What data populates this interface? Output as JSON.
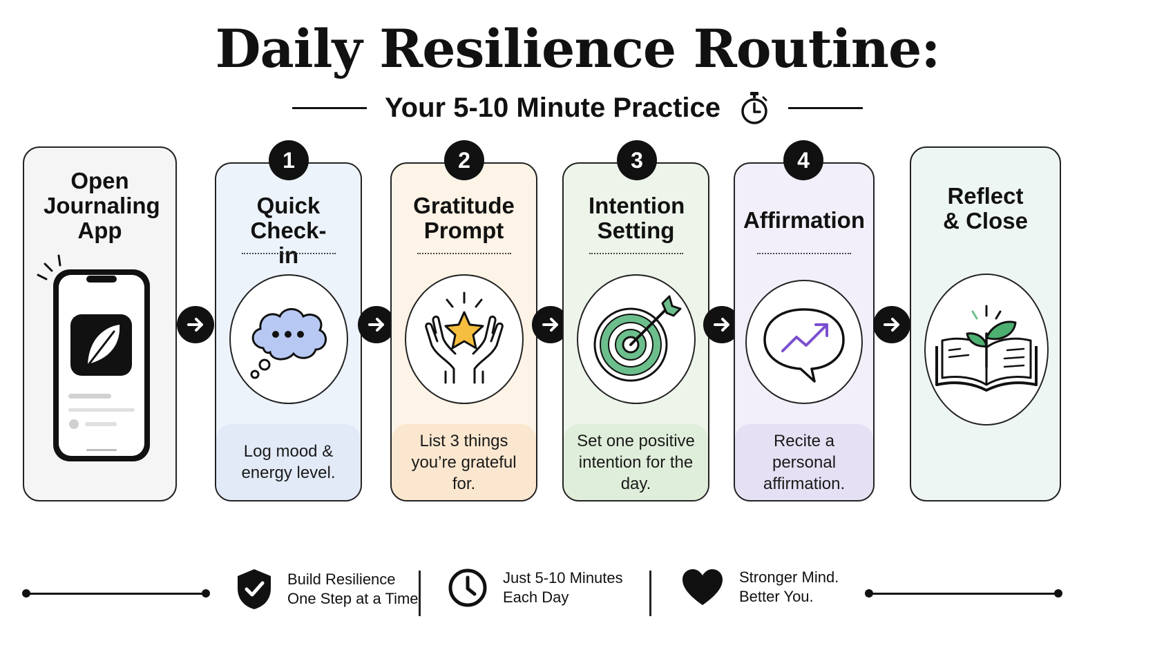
{
  "header": {
    "title": "Daily Resilience Routine:",
    "subtitle": "Your 5-10 Minute Practice"
  },
  "steps": [
    {
      "title": "Open Journaling App",
      "badge": "",
      "description": "",
      "color": "#f5f5f5",
      "icon": "phone-journal-icon"
    },
    {
      "title": "Quick Check-in",
      "badge": "1",
      "description": "Log mood & energy level.",
      "color": "#edf3fb",
      "desc_color": "#e2eaf7",
      "icon": "thought-bubble-icon"
    },
    {
      "title": "Gratitude Prompt",
      "badge": "2",
      "description": "List 3 things you’re grateful for.",
      "color": "#fdf3e6",
      "desc_color": "#fbe7cf",
      "icon": "hands-star-icon"
    },
    {
      "title": "Intention Setting",
      "badge": "3",
      "description": "Set one positive intention for the day.",
      "color": "#edf5ea",
      "desc_color": "#dfeeda",
      "icon": "target-arrow-icon"
    },
    {
      "title": "Affirmation",
      "badge": "4",
      "description": "Recite a personal affirmation.",
      "color": "#f2effa",
      "desc_color": "#e5e0f3",
      "icon": "speech-trend-icon"
    },
    {
      "title": "Reflect & Close",
      "badge": "",
      "description": "",
      "color": "#eef6f3",
      "icon": "book-sprout-icon"
    }
  ],
  "footer": {
    "items": [
      {
        "line1": "Build Resilience",
        "line2": "One Step at a Time",
        "icon": "shield-check-icon"
      },
      {
        "line1": "Just 5-10 Minutes",
        "line2": "Each Day",
        "icon": "clock-icon"
      },
      {
        "line1": "Stronger Mind.",
        "line2": "Better You.",
        "icon": "heart-icon"
      }
    ]
  },
  "colors": {
    "ink": "#111111",
    "cloud": "#b7c9f3",
    "star": "#f5be3e",
    "target": "#6cbf8c",
    "trend": "#7b4fd0",
    "leaf": "#4db070"
  }
}
